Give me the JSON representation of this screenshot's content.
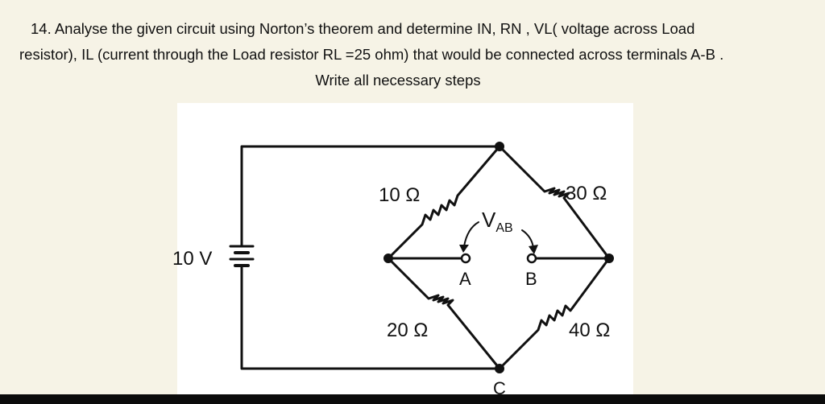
{
  "question": {
    "line1": "14.  Analyse  the given circuit  using Norton’s theorem and  determine IN, RN , VL( voltage across Load",
    "line2": "resistor), IL (current through the Load resistor RL =25 ohm) that would be connected across terminals A-B .",
    "line3": "Write all necessary steps"
  },
  "circuit": {
    "source_label": "10 V",
    "r1_label": "10 Ω",
    "r2_label": "30 Ω",
    "r3_label": "20 Ω",
    "r4_label": "40 Ω",
    "terminal_a": "A",
    "terminal_b": "B",
    "node_c": "C",
    "vab_main": "V",
    "vab_sub": "AB"
  }
}
